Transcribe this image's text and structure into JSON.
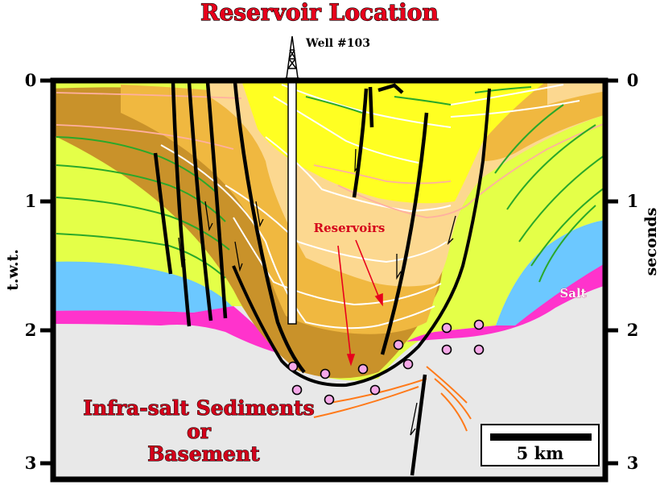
{
  "title": "Reservoir Location",
  "well": {
    "label": "Well #103"
  },
  "labels": {
    "reservoirs": "Reservoirs",
    "salt": "Salt",
    "infra_line1": "Infra-salt Sediments",
    "infra_line2": "or",
    "infra_line3": "Basement"
  },
  "axes": {
    "left_title": "t.w.t.",
    "right_title": "seconds",
    "ticks": [
      "0",
      "1",
      "2",
      "3"
    ]
  },
  "scale_bar": {
    "label": "5 km"
  },
  "colors": {
    "salt": "#ff33cc",
    "pre_salt": "#6cc8ff",
    "syn_rift": "#e4ff48",
    "basin_dark": "#c9922a",
    "basin_mid": "#f0b840",
    "basin_light": "#fcd890",
    "top_fill": "#ffff22",
    "basement": "#e8e8e8"
  }
}
